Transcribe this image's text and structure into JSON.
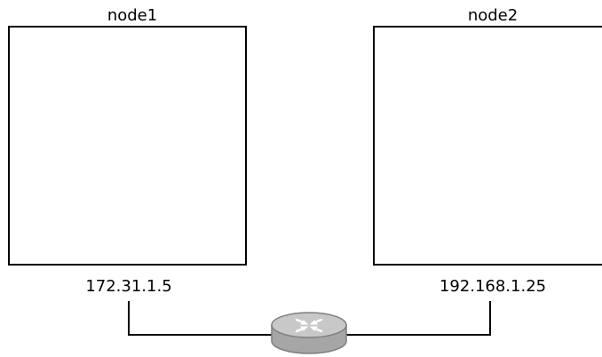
{
  "nodes": [
    {
      "name": "node1",
      "ip": "172.31.1.5"
    },
    {
      "name": "node2",
      "ip": "192.168.1.25"
    }
  ],
  "router": {
    "icon": "router-icon",
    "body_color": "#a6a6a6",
    "top_color": "#c8c8c8"
  }
}
